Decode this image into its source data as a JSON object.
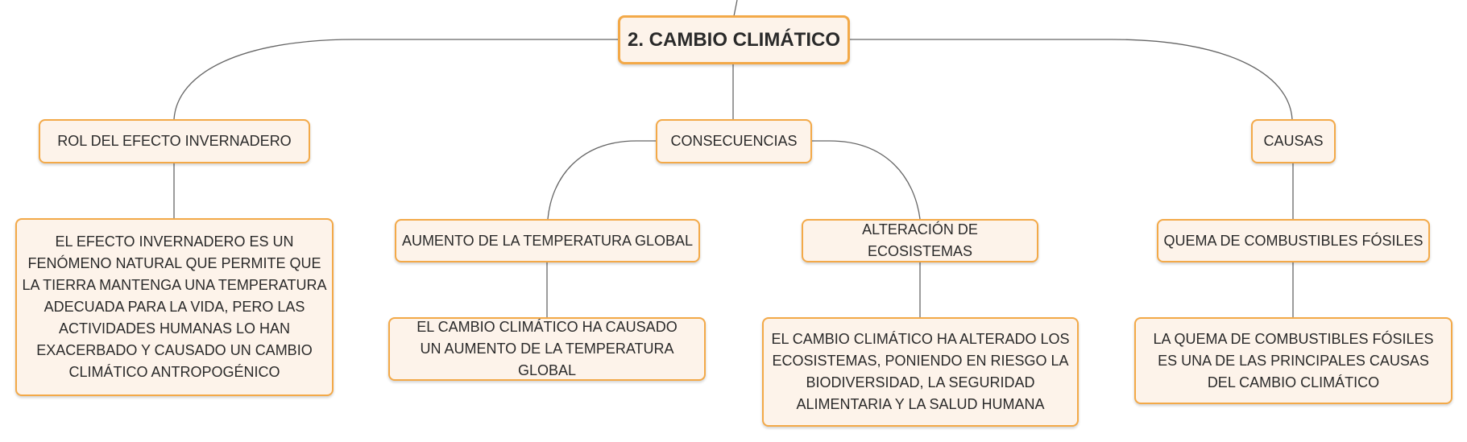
{
  "diagram": {
    "root": {
      "label": "2. CAMBIO CLIMÁTICO"
    },
    "branches": [
      {
        "label": "ROL DEL EFECTO INVERNADERO",
        "children": [
          {
            "label": "EL EFECTO INVERNADERO ES UN FENÓMENO NATURAL QUE PERMITE QUE LA TIERRA MANTENGA UNA TEMPERATURA ADECUADA PARA LA VIDA, PERO LAS ACTIVIDADES HUMANAS LO HAN EXACERBADO Y CAUSADO UN CAMBIO CLIMÁTICO ANTROPOGÉNICO"
          }
        ]
      },
      {
        "label": "CONSECUENCIAS",
        "children": [
          {
            "label": "AUMENTO DE LA TEMPERATURA GLOBAL",
            "children": [
              {
                "label": "EL CAMBIO CLIMÁTICO HA CAUSADO UN AUMENTO DE LA TEMPERATURA GLOBAL"
              }
            ]
          },
          {
            "label": "ALTERACIÓN DE ECOSISTEMAS",
            "children": [
              {
                "label": "EL CAMBIO CLIMÁTICO HA ALTERADO LOS ECOSISTEMAS, PONIENDO EN RIESGO LA BIODIVERSIDAD, LA SEGURIDAD ALIMENTARIA Y LA SALUD HUMANA"
              }
            ]
          }
        ]
      },
      {
        "label": "CAUSAS",
        "children": [
          {
            "label": "QUEMA DE COMBUSTIBLES FÓSILES",
            "children": [
              {
                "label": "LA QUEMA DE COMBUSTIBLES FÓSILES ES UNA DE LAS PRINCIPALES CAUSAS DEL CAMBIO CLIMÁTICO"
              }
            ]
          }
        ]
      }
    ]
  },
  "colors": {
    "node_fill": "#fdf3ea",
    "node_border": "#f3a948",
    "connector": "#666666",
    "text": "#2a2a2a"
  }
}
